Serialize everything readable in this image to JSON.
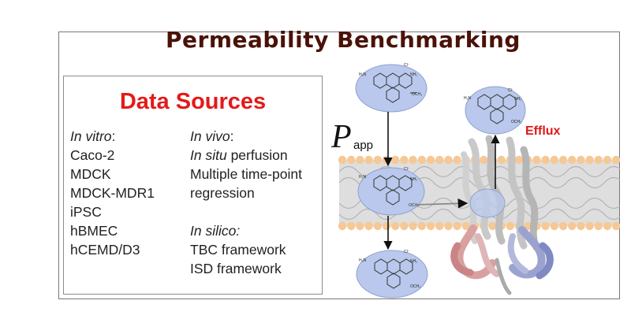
{
  "title": "Permeability Benchmarking",
  "panel": {
    "heading": "Data Sources",
    "in_vitro_label": "In vitro",
    "in_vitro_colon": ":",
    "in_vitro_items": [
      "Caco-2",
      "MDCK",
      "MDCK-MDR1",
      "iPSC",
      "hBMEC",
      "hCEMD/D3"
    ],
    "in_vivo_label": "In vivo",
    "in_vivo_colon": ":",
    "in_situ_label": "In situ",
    "in_situ_rest": " perfusion",
    "in_vivo_line2": "Multiple time-point",
    "in_vivo_line3": "regression",
    "in_silico_label": "In silico:",
    "in_silico_items": [
      "TBC framework",
      "ISD framework"
    ]
  },
  "figure": {
    "papp_symbol": "P",
    "papp_subscript": "app",
    "efflux_label": "Efflux",
    "molecule_labels": {
      "h2n": "H₂N",
      "cl": "Cl⁻",
      "nh2": "NH₂",
      "och3": "OCH₃"
    },
    "colors": {
      "membrane_head": "#f5c896",
      "membrane_band": "#dedede",
      "molecule_fill": "#b9c8ec",
      "arrow": "#111111",
      "efflux": "#e01818",
      "title": "#4a1208"
    }
  }
}
